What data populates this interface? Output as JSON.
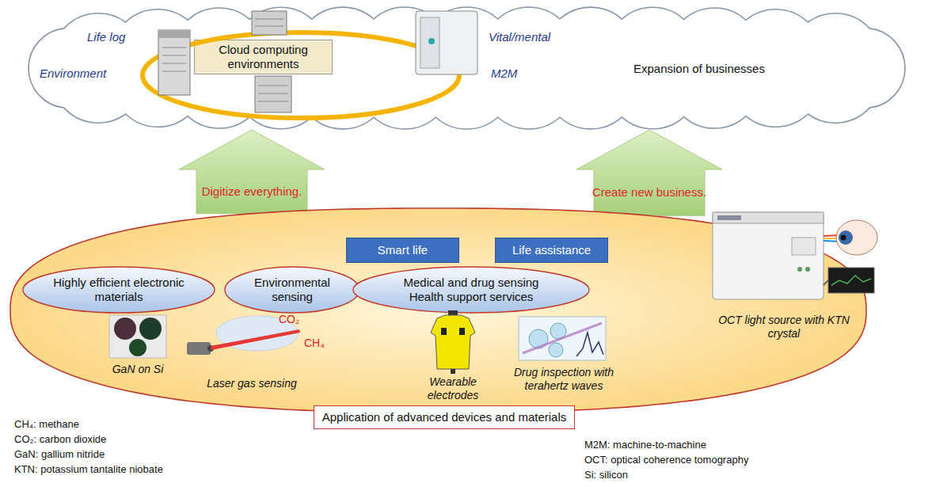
{
  "diagram": {
    "nodes": [
      {
        "text": [
          "Life log",
          "Vital/mental",
          "Environment",
          "M2M",
          "Expansion of businesses"
        ]
      },
      {
        "text": [
          "Cloud computing environments"
        ],
        "in": 0
      },
      {
        "text": [
          "Application of advanced devices and materials"
        ]
      },
      {
        "text": [
          "Smart life"
        ],
        "in": 2
      },
      {
        "text": [
          "Life assistance"
        ],
        "in": 2
      },
      {
        "text": [
          "Highly efficient electronic materials"
        ],
        "in": 2
      },
      {
        "text": [
          "Environmental sensing"
        ],
        "in": 2
      },
      {
        "text": [
          "Medical and drug sensing",
          "Health support services"
        ],
        "in": 2
      }
    ],
    "edges": [
      {
        "from": 2,
        "to": 0,
        "arrow": "to",
        "label": "Digitize everything."
      },
      {
        "from": 2,
        "to": 0,
        "arrow": "to",
        "label": "Create new business."
      }
    ],
    "labels": [
      "CO₂",
      "CH₄",
      "GaN on Si",
      "Laser gas sensing",
      "Wearable electrodes",
      "Drug inspection with terahertz waves",
      "OCT light source with KTN crystal",
      "CH₄: methane",
      "CO₂: carbon dioxide",
      "GaN: gallium nitride",
      "KTN: potassium tantalite niobate",
      "M2M: machine-to-machine",
      "OCT: optical coherence tomography",
      "Si: silicon"
    ]
  }
}
